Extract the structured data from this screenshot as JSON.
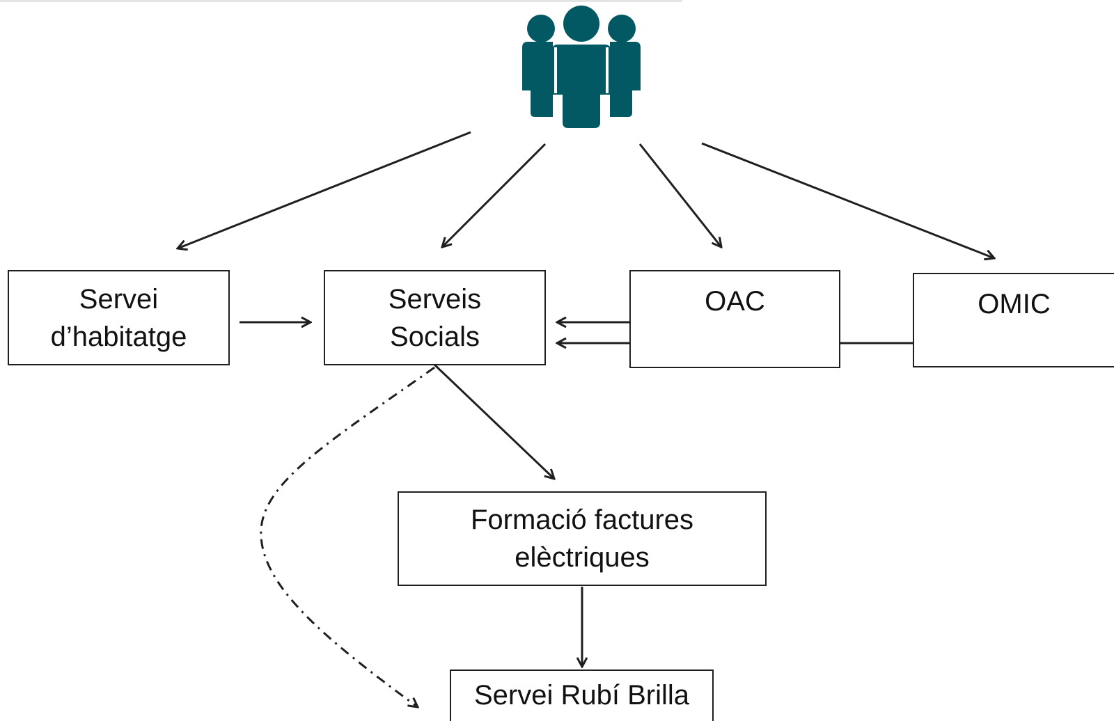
{
  "diagram": {
    "icon": {
      "name": "people-group-icon",
      "color": "#025863"
    },
    "boxes": {
      "servei_habitatge": {
        "line1": "Servei",
        "line2": "d’habitatge"
      },
      "serveis_socials": {
        "line1": "Serveis",
        "line2": "Socials"
      },
      "oac": {
        "label": "OAC"
      },
      "omic": {
        "label": "OMIC"
      },
      "formacio": {
        "line1": "Formació factures",
        "line2": "elèctriques"
      },
      "rubi_brilla": {
        "label": "Servei Rubí Brilla"
      }
    },
    "colors": {
      "stroke": "#1f1f1f",
      "text": "#111111"
    }
  }
}
